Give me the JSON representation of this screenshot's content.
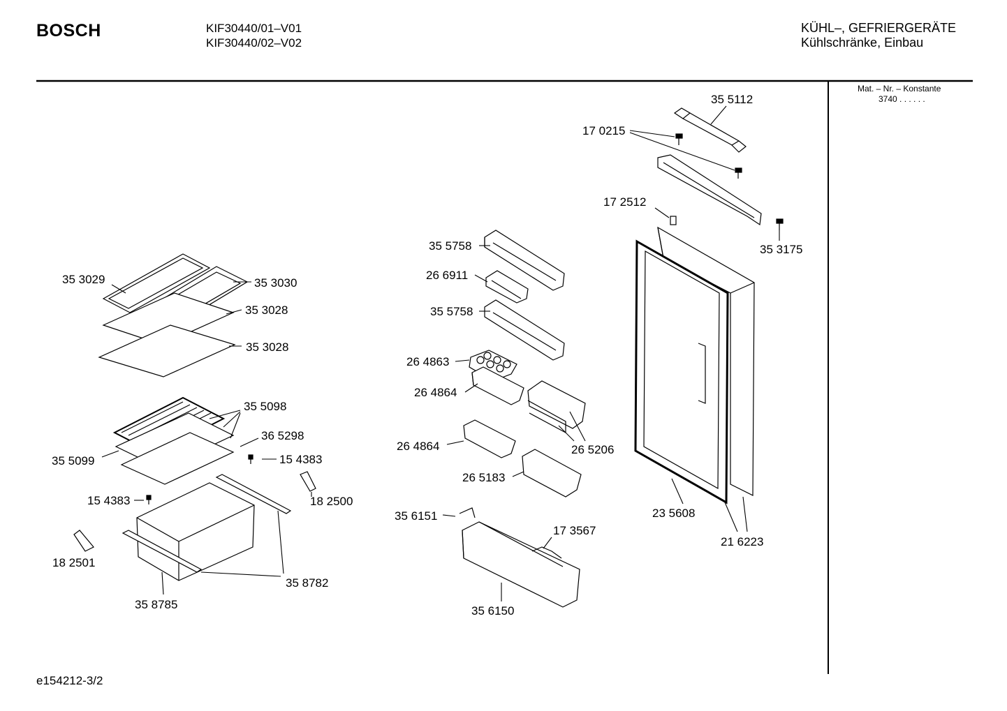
{
  "header": {
    "brand": "BOSCH",
    "models": [
      "KIF30440/01–V01",
      "KIF30440/02–V02"
    ],
    "category_line1": "KÜHL–, GEFRIERGERÄTE",
    "category_line2": "Kühlschränke, Einbau"
  },
  "sidebar": {
    "mat_label": "Mat. – Nr. – Konstante",
    "mat_value": "3740  .  .    .  .  .  ."
  },
  "parts": [
    "35 5112",
    "17 0215",
    "17 2512",
    "35 3175",
    "35 5758",
    "26 6911",
    "35 5758",
    "26 4863",
    "26 4864",
    "26 5206",
    "26 4864",
    "26 5183",
    "35 6151",
    "17 3567",
    "35 6150",
    "23 5608",
    "21 6223",
    "35 3029",
    "35 3030",
    "35 3028",
    "35 3028",
    "35 5098",
    "36 5298",
    "35 5099",
    "15 4383",
    "15 4383",
    "18 2500",
    "18 2501",
    "35 8782",
    "35 8785"
  ],
  "footer": {
    "drawing_id": "e154212-3/2"
  }
}
